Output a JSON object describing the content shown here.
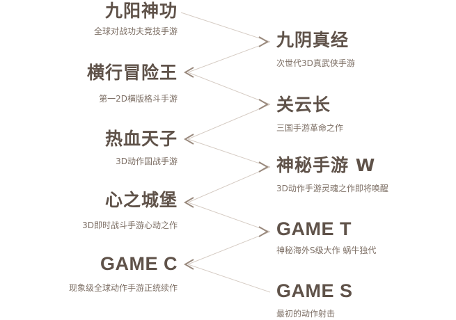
{
  "left_games": [
    {
      "title": "九阳神功",
      "desc": "全球对战功夫竞技手游"
    },
    {
      "title": "横行冒险王",
      "desc": "第一2D横版格斗手游"
    },
    {
      "title": "热血天子",
      "desc": "3D动作国战手游"
    },
    {
      "title": "心之城堡",
      "desc": "3D即时战斗手游心动之作"
    },
    {
      "title": "GAME C",
      "desc": "现象级全球动作手游正统续作"
    }
  ],
  "right_games": [
    {
      "title": "九阴真经",
      "desc": "次世代3D真武侠手游"
    },
    {
      "title": "关云长",
      "desc": "三国手游革命之作"
    },
    {
      "title": "神秘手游 W",
      "desc": "3D动作手游灵魂之作即将唤醒"
    },
    {
      "title": "GAME T",
      "desc": "神秘海外S级大作 蜗牛独代"
    },
    {
      "title": "GAME S",
      "desc": "最初的动作射击"
    }
  ],
  "colors": {
    "title": "#5f5249",
    "desc": "#7d6f65",
    "chevron": "#9a8a7e",
    "line": "#d6ccc4"
  }
}
